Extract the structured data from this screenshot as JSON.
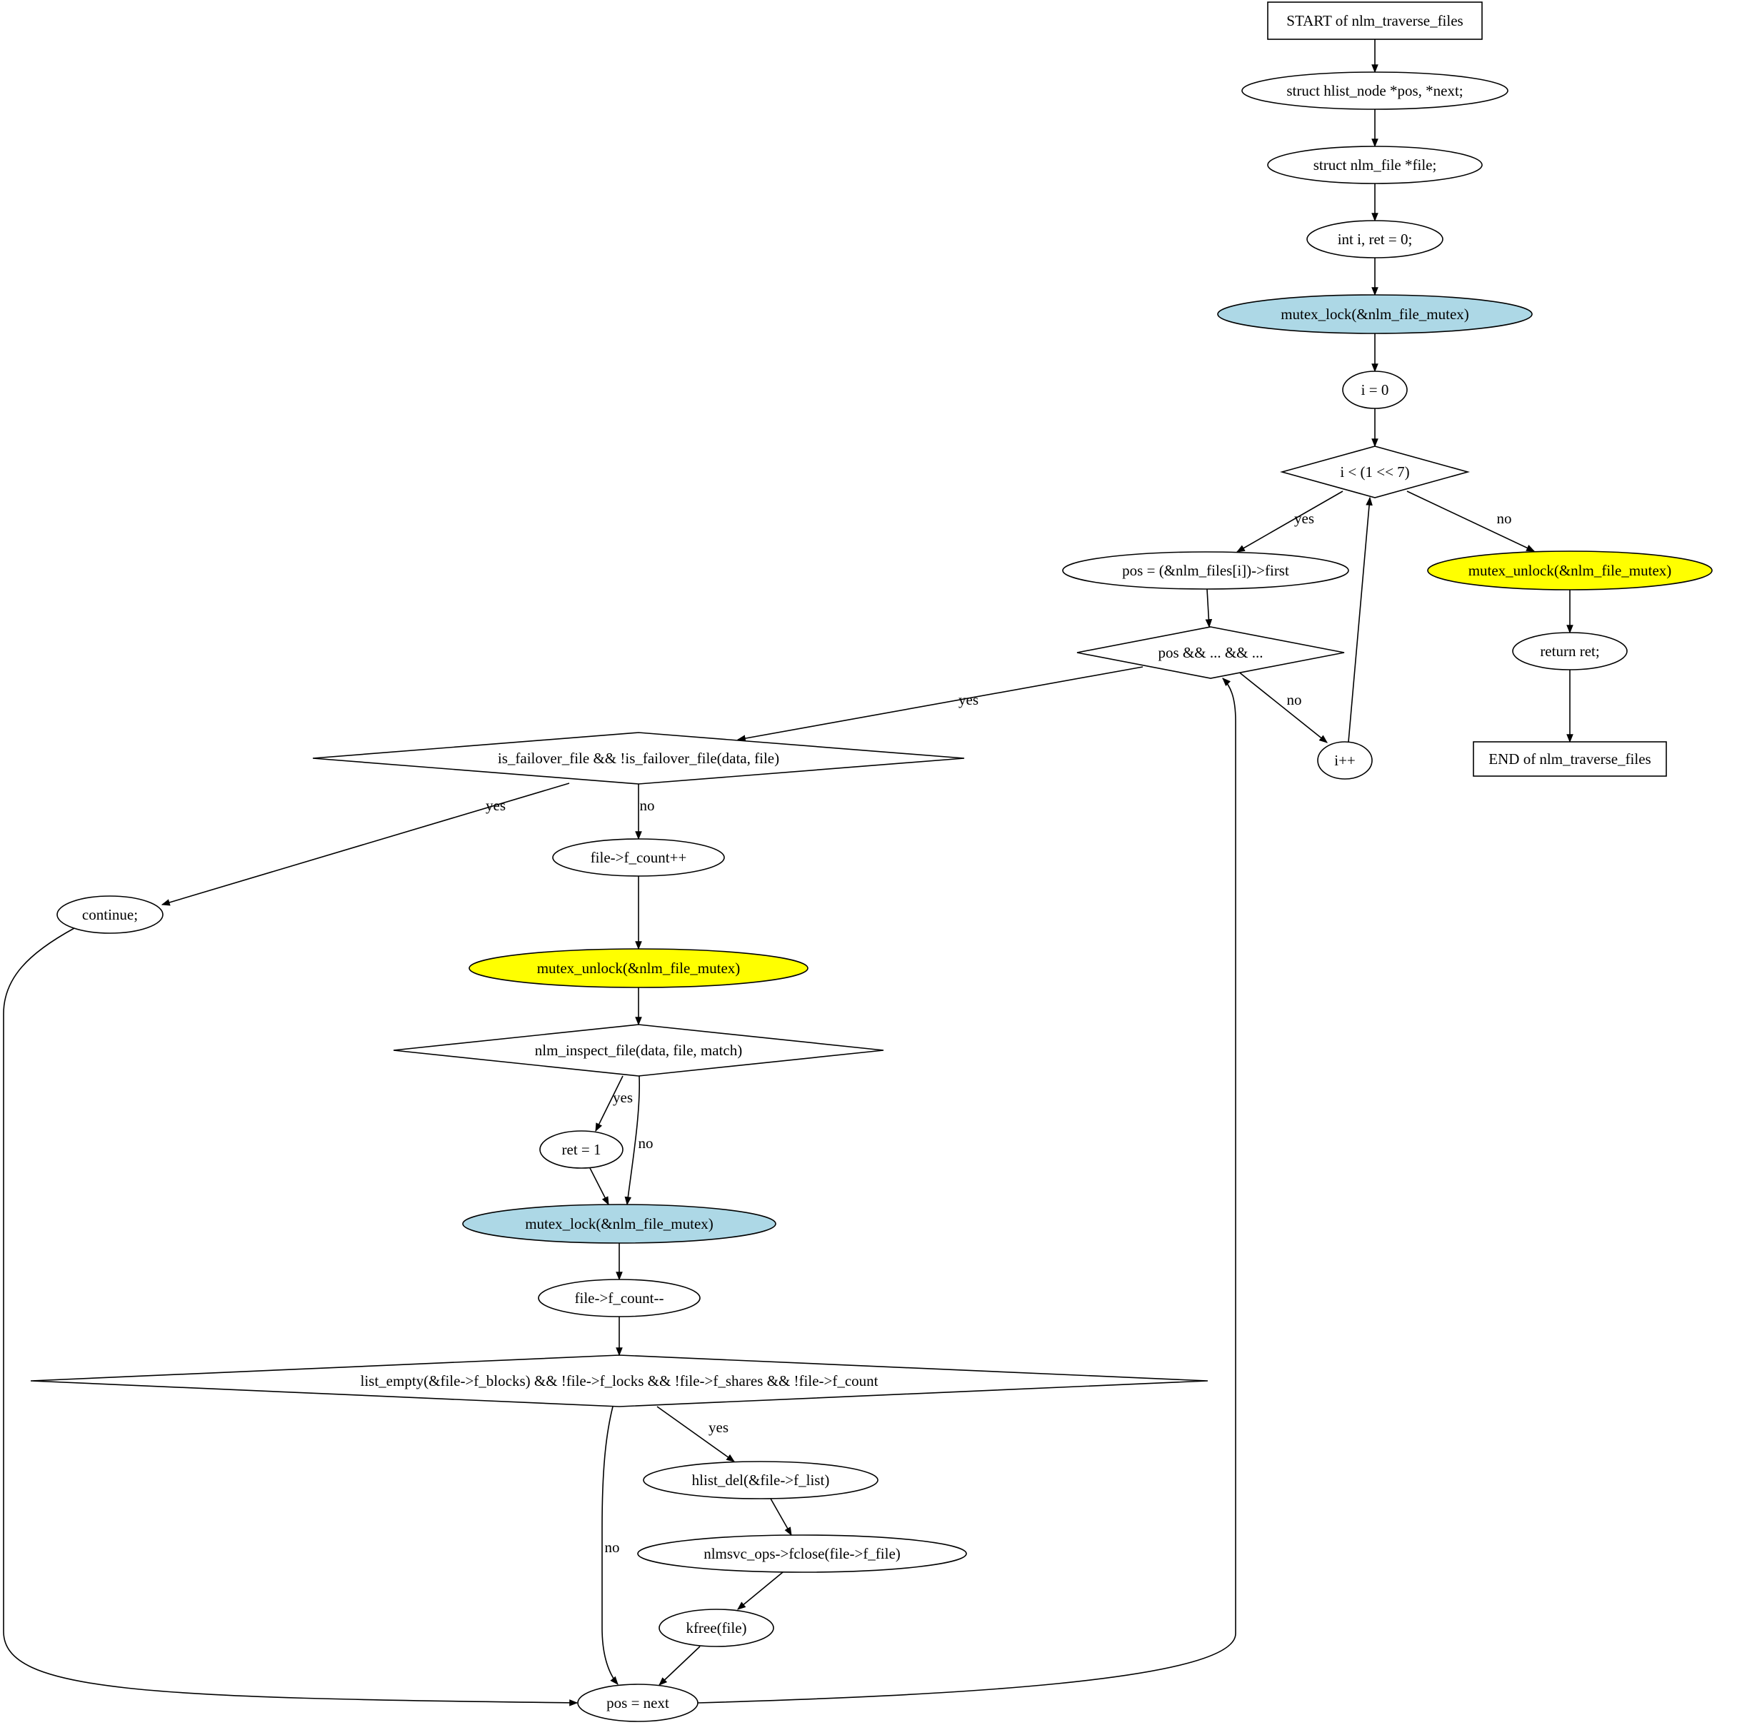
{
  "nodes": [
    {
      "id": "start",
      "label": "START of nlm_traverse_files",
      "shape": "box",
      "fill": "#ffffff"
    },
    {
      "id": "decl_pos",
      "label": "struct hlist_node *pos, *next;",
      "shape": "ellipse",
      "fill": "#ffffff"
    },
    {
      "id": "decl_file",
      "label": "struct nlm_file  *file;",
      "shape": "ellipse",
      "fill": "#ffffff"
    },
    {
      "id": "decl_i",
      "label": "int i, ret = 0;",
      "shape": "ellipse",
      "fill": "#ffffff"
    },
    {
      "id": "lock1",
      "label": "mutex_lock(&nlm_file_mutex)",
      "shape": "ellipse",
      "fill": "#add8e6"
    },
    {
      "id": "i0",
      "label": "i = 0",
      "shape": "ellipse",
      "fill": "#ffffff"
    },
    {
      "id": "cond_i",
      "label": "i < (1 << 7)",
      "shape": "diamond",
      "fill": "#ffffff"
    },
    {
      "id": "pos_first",
      "label": "pos = (&nlm_files[i])->first",
      "shape": "ellipse",
      "fill": "#ffffff"
    },
    {
      "id": "unlock_end",
      "label": "mutex_unlock(&nlm_file_mutex)",
      "shape": "ellipse",
      "fill": "#ffff00"
    },
    {
      "id": "cond_pos",
      "label": "pos && ... && ...",
      "shape": "diamond",
      "fill": "#ffffff"
    },
    {
      "id": "ret",
      "label": "return ret;",
      "shape": "ellipse",
      "fill": "#ffffff"
    },
    {
      "id": "cond_failover",
      "label": "is_failover_file && !is_failover_file(data, file)",
      "shape": "diamond",
      "fill": "#ffffff"
    },
    {
      "id": "iinc",
      "label": "i++",
      "shape": "ellipse",
      "fill": "#ffffff"
    },
    {
      "id": "end",
      "label": "END of nlm_traverse_files",
      "shape": "box",
      "fill": "#ffffff"
    },
    {
      "id": "fcount_inc",
      "label": "file->f_count++",
      "shape": "ellipse",
      "fill": "#ffffff"
    },
    {
      "id": "continue",
      "label": "continue;",
      "shape": "ellipse",
      "fill": "#ffffff"
    },
    {
      "id": "unlock2",
      "label": "mutex_unlock(&nlm_file_mutex)",
      "shape": "ellipse",
      "fill": "#ffff00"
    },
    {
      "id": "cond_inspect",
      "label": "nlm_inspect_file(data, file, match)",
      "shape": "diamond",
      "fill": "#ffffff"
    },
    {
      "id": "ret1",
      "label": "ret = 1",
      "shape": "ellipse",
      "fill": "#ffffff"
    },
    {
      "id": "lock2",
      "label": "mutex_lock(&nlm_file_mutex)",
      "shape": "ellipse",
      "fill": "#add8e6"
    },
    {
      "id": "fcount_dec",
      "label": "file->f_count--",
      "shape": "ellipse",
      "fill": "#ffffff"
    },
    {
      "id": "cond_empty",
      "label": "list_empty(&file->f_blocks) && !file->f_locks && !file->f_shares && !file->f_count",
      "shape": "diamond",
      "fill": "#ffffff"
    },
    {
      "id": "hlist_del",
      "label": "hlist_del(&file->f_list)",
      "shape": "ellipse",
      "fill": "#ffffff"
    },
    {
      "id": "fclose",
      "label": "nlmsvc_ops->fclose(file->f_file)",
      "shape": "ellipse",
      "fill": "#ffffff"
    },
    {
      "id": "kfree",
      "label": "kfree(file)",
      "shape": "ellipse",
      "fill": "#ffffff"
    },
    {
      "id": "pos_next",
      "label": "pos = next",
      "shape": "ellipse",
      "fill": "#ffffff"
    }
  ],
  "edges": [
    {
      "from": "start",
      "to": "decl_pos",
      "label": ""
    },
    {
      "from": "decl_pos",
      "to": "decl_file",
      "label": ""
    },
    {
      "from": "decl_file",
      "to": "decl_i",
      "label": ""
    },
    {
      "from": "decl_i",
      "to": "lock1",
      "label": ""
    },
    {
      "from": "lock1",
      "to": "i0",
      "label": ""
    },
    {
      "from": "i0",
      "to": "cond_i",
      "label": ""
    },
    {
      "from": "cond_i",
      "to": "pos_first",
      "label": "yes"
    },
    {
      "from": "cond_i",
      "to": "unlock_end",
      "label": "no"
    },
    {
      "from": "pos_first",
      "to": "cond_pos",
      "label": ""
    },
    {
      "from": "unlock_end",
      "to": "ret",
      "label": ""
    },
    {
      "from": "ret",
      "to": "end",
      "label": ""
    },
    {
      "from": "cond_pos",
      "to": "cond_failover",
      "label": "yes"
    },
    {
      "from": "cond_pos",
      "to": "iinc",
      "label": "no"
    },
    {
      "from": "iinc",
      "to": "cond_i",
      "label": ""
    },
    {
      "from": "cond_failover",
      "to": "continue",
      "label": "yes"
    },
    {
      "from": "cond_failover",
      "to": "fcount_inc",
      "label": "no"
    },
    {
      "from": "fcount_inc",
      "to": "unlock2",
      "label": ""
    },
    {
      "from": "unlock2",
      "to": "cond_inspect",
      "label": ""
    },
    {
      "from": "cond_inspect",
      "to": "ret1",
      "label": "yes"
    },
    {
      "from": "cond_inspect",
      "to": "lock2",
      "label": "no"
    },
    {
      "from": "ret1",
      "to": "lock2",
      "label": ""
    },
    {
      "from": "lock2",
      "to": "fcount_dec",
      "label": ""
    },
    {
      "from": "fcount_dec",
      "to": "cond_empty",
      "label": ""
    },
    {
      "from": "cond_empty",
      "to": "hlist_del",
      "label": "yes"
    },
    {
      "from": "cond_empty",
      "to": "pos_next",
      "label": "no"
    },
    {
      "from": "hlist_del",
      "to": "fclose",
      "label": ""
    },
    {
      "from": "fclose",
      "to": "kfree",
      "label": ""
    },
    {
      "from": "kfree",
      "to": "pos_next",
      "label": ""
    },
    {
      "from": "continue",
      "to": "pos_next",
      "label": ""
    },
    {
      "from": "pos_next",
      "to": "cond_pos",
      "label": ""
    }
  ]
}
